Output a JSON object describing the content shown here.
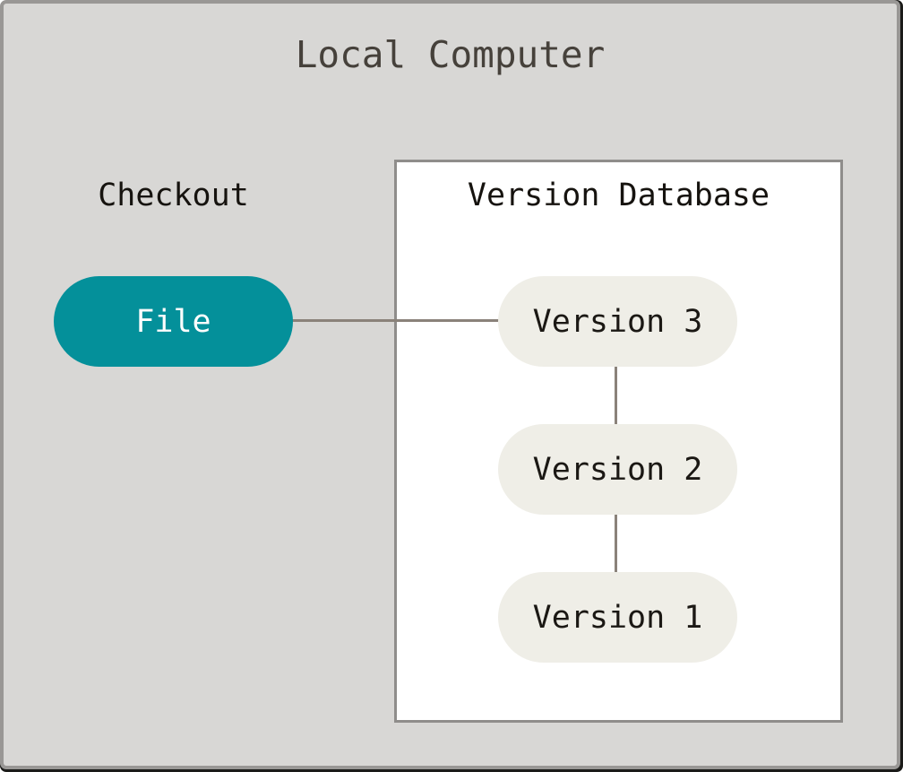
{
  "diagram": {
    "title": "Local Computer",
    "checkout_label": "Checkout",
    "file_node_label": "File",
    "version_database": {
      "title": "Version Database",
      "versions": [
        "Version 3",
        "Version 2",
        "Version 1"
      ]
    },
    "connections": [
      {
        "from": "File",
        "to": "Version 3"
      },
      {
        "from": "Version 3",
        "to": "Version 2"
      },
      {
        "from": "Version 2",
        "to": "Version 1"
      }
    ],
    "colors": {
      "canvas_background": "#d8d7d5",
      "frame_border": "#999795",
      "frame_shadow": "#1b1b19",
      "database_box_background": "#ffffff",
      "database_box_border": "#8f8d8b",
      "version_pill_background": "#efeee7",
      "file_pill_background": "#04909a",
      "file_pill_text": "#fdfdfd",
      "connector_line": "#8a827a",
      "title_text": "#46413b",
      "label_text": "#16130f"
    }
  }
}
